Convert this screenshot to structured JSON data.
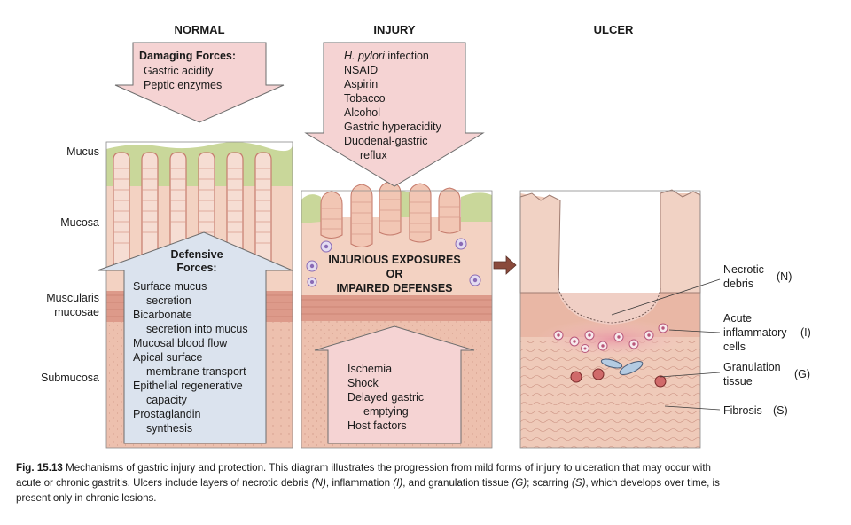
{
  "columns": {
    "normal": "NORMAL",
    "injury": "INJURY",
    "ulcer": "ULCER"
  },
  "layers": [
    "Mucus",
    "Mucosa",
    "Muscularis",
    "mucosae",
    "Submucosa"
  ],
  "damaging": {
    "title": "Damaging Forces:",
    "items": [
      "Gastric acidity",
      "Peptic enzymes"
    ]
  },
  "injury_causes": {
    "first_italic": "H. pylori",
    "first_rest": " infection",
    "items": [
      "NSAID",
      "Aspirin",
      "Tobacco",
      "Alcohol",
      "Gastric hyperacidity",
      "Duodenal-gastric",
      "reflux"
    ]
  },
  "defensive": {
    "title_line1": "Defensive",
    "title_line2": "Forces:",
    "items": [
      "Surface mucus",
      "secretion",
      "Bicarbonate",
      "secretion into mucus",
      "Mucosal blood flow",
      "Apical surface",
      "membrane transport",
      "Epithelial regenerative",
      "capacity",
      "Prostaglandin",
      "synthesis"
    ]
  },
  "injurious": {
    "line1": "INJURIOUS EXPOSURES",
    "line2": "OR",
    "line3": "IMPAIRED DEFENSES"
  },
  "host": {
    "items": [
      "Ischemia",
      "Shock",
      "Delayed gastric",
      "emptying",
      "Host factors"
    ]
  },
  "ulcer_labels": {
    "necrotic_1": "Necrotic",
    "necrotic_2": "debris",
    "necrotic_code": "(N)",
    "acute_1": "Acute",
    "acute_2": "inflammatory",
    "acute_3": "cells",
    "acute_code": "(I)",
    "gran_1": "Granulation",
    "gran_2": "tissue",
    "gran_code": "(G)",
    "fibrosis": "Fibrosis",
    "fibrosis_code": "(S)"
  },
  "caption": {
    "fig_label": "Fig. 15.13",
    "line1": "Mechanisms of gastric injury and protection. This diagram illustrates the progression from mild forms of injury to ulceration that may occur with",
    "line2_a": "acute or chronic gastritis. Ulcers include layers of necrotic debris ",
    "line2_n": "(N)",
    "line2_b": ", inflammation ",
    "line2_i": "(I)",
    "line2_c": ", and granulation tissue ",
    "line2_g": "(G)",
    "line2_d": "; scarring ",
    "line2_s": "(S)",
    "line2_e": ", which develops over time, is",
    "line3": "present only in chronic lesions."
  },
  "colors": {
    "mucus_green": "#c9d79a",
    "mucosa_pink": "#f3d2c2",
    "gland_fill": "#f6ddd3",
    "gland_outline": "#c67d6e",
    "muscularis": "#dd9a8a",
    "submucosa": "#edc0ae",
    "arrow_pink": "#f5d3d3",
    "defense_blue": "#dbe3ee",
    "ulcer_red": "#c86a6a",
    "cell_purple": "#8a6bb5"
  }
}
